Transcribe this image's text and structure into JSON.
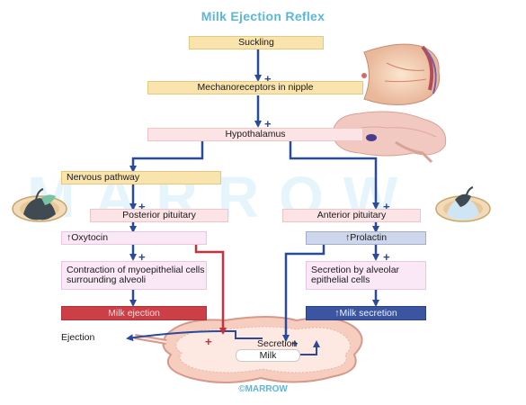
{
  "title": "Milk Ejection Reflex",
  "watermark": "MARROW",
  "copyright": "©MARROW",
  "nodes": {
    "suckling": "Suckling",
    "mechanoreceptors": "Mechanoreceptors in nipple",
    "hypothalamus": "Hypothalamus",
    "nervous_pathway": "Nervous pathway",
    "posterior_pituitary": "Posterior pituitary",
    "anterior_pituitary": "Anterior pituitary",
    "oxytocin": "↑Oxytocin",
    "prolactin": "↑Prolactin",
    "contraction": "Contraction of myoepithelial cells surrounding alveoli",
    "secretion_by": "Secretion by alveolar epithelial cells",
    "milk_ejection": "Milk ejection",
    "milk_secretion": "↑Milk secretion"
  },
  "labels": {
    "ejection": "Ejection",
    "secretion": "Secretion",
    "milk": "Milk"
  },
  "plus_sign": "+",
  "colors": {
    "title": "#5bb7d6",
    "arrow_blue": "#2a4a9a",
    "arrow_red": "#c8313a",
    "yellow_box": "#f9e4ae",
    "pink_box": "#fbe3e6",
    "light_blue_box": "#cdd6ea",
    "red_box": "#cc3f47",
    "navy_box": "#3b55a0"
  }
}
